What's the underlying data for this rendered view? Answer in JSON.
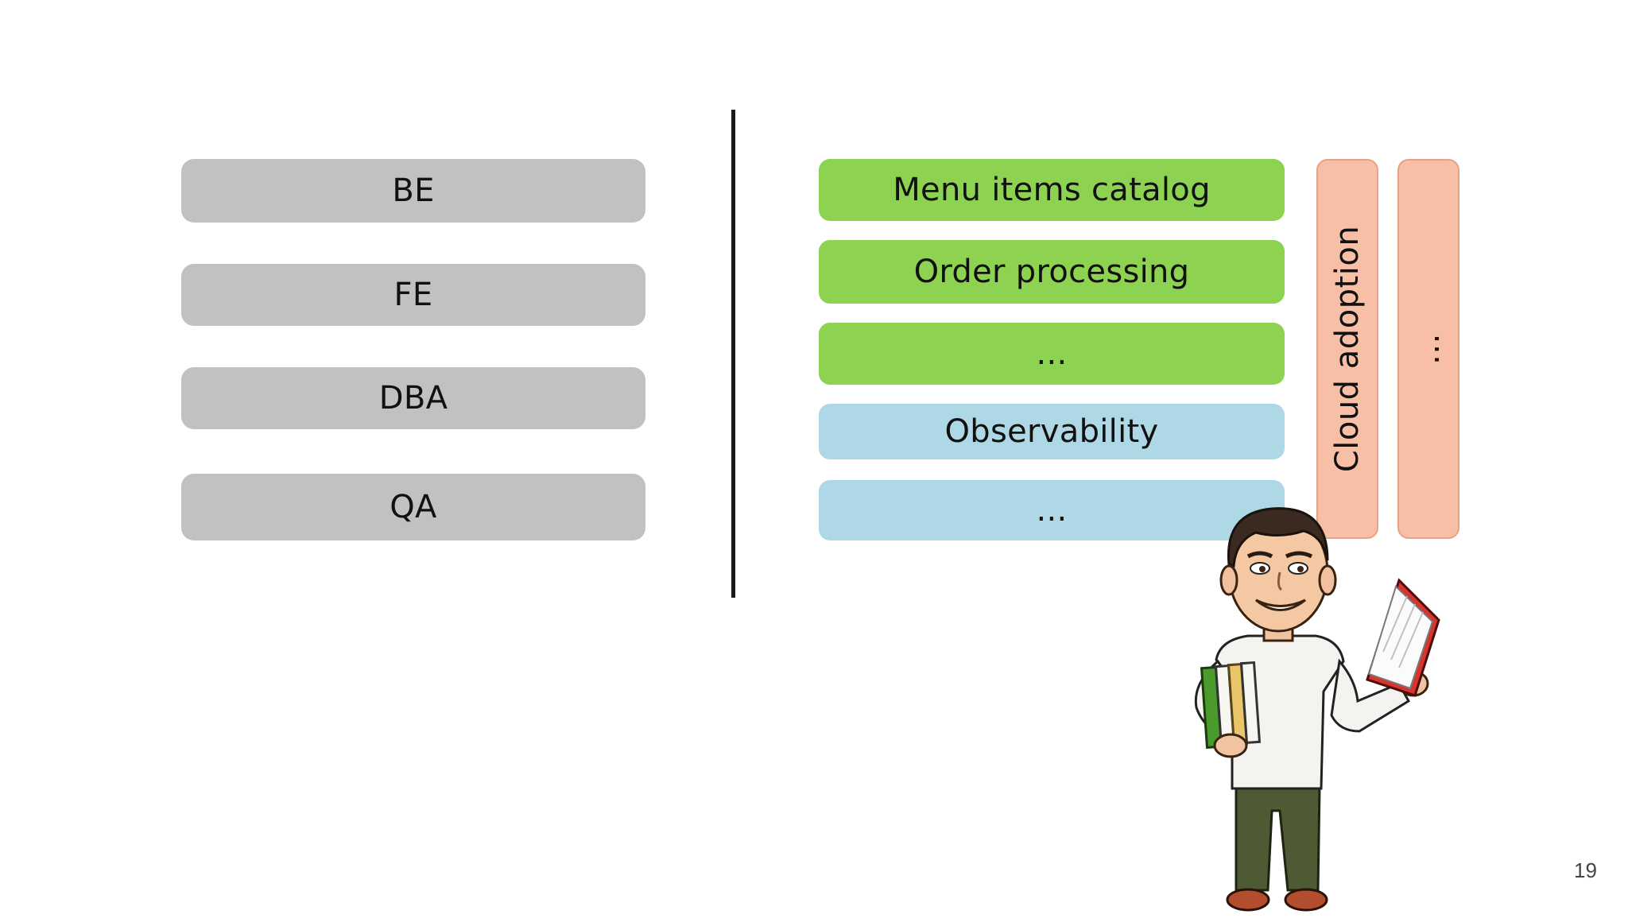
{
  "roles": [
    {
      "label": "BE"
    },
    {
      "label": "FE"
    },
    {
      "label": "DBA"
    },
    {
      "label": "QA"
    }
  ],
  "domain_teams": [
    {
      "label": "Menu items catalog",
      "color": "#8dd251"
    },
    {
      "label": "Order processing",
      "color": "#8dd251"
    },
    {
      "label": "...",
      "color": "#8dd251"
    }
  ],
  "platform_teams": [
    {
      "label": "Observability",
      "color": "#aed8e6"
    },
    {
      "label": "...",
      "color": "#aed8e6"
    }
  ],
  "enabling_teams": [
    {
      "label": "Cloud adoption",
      "color": "#f7bfa5"
    },
    {
      "label": "...",
      "color": "#f7bfa5"
    }
  ],
  "page_number": "19",
  "icons": {
    "avatar": "cartoon-man-reading-book-icon"
  }
}
